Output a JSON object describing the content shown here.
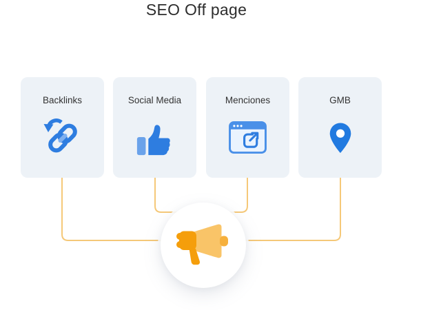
{
  "page": {
    "title": "SEO Off page"
  },
  "cards": [
    {
      "label": "Backlinks",
      "icon": "backlinks-chain-icon"
    },
    {
      "label": "Social Media",
      "icon": "thumbs-up-icon"
    },
    {
      "label": "Menciones",
      "icon": "browser-external-link-icon"
    },
    {
      "label": "GMB",
      "icon": "map-pin-icon"
    }
  ],
  "center_node": {
    "icon": "megaphone-icon"
  },
  "colors": {
    "accent_blue": "#2E7DE0",
    "light_blue": "#6AA2EA",
    "pale_blue": "#7FB0EF",
    "pin_blue": "#217AE0",
    "window_blue": "#4A90E8",
    "window_body": "#EAF3FE",
    "connector": "#F5C878",
    "card_bg": "#EDF2F7",
    "meg_dark": "#F59E0B",
    "meg_light": "#F9C468",
    "meg_mid": "#F6B03C",
    "text": "#2D2D2D",
    "bg": "#FFFFFF"
  }
}
